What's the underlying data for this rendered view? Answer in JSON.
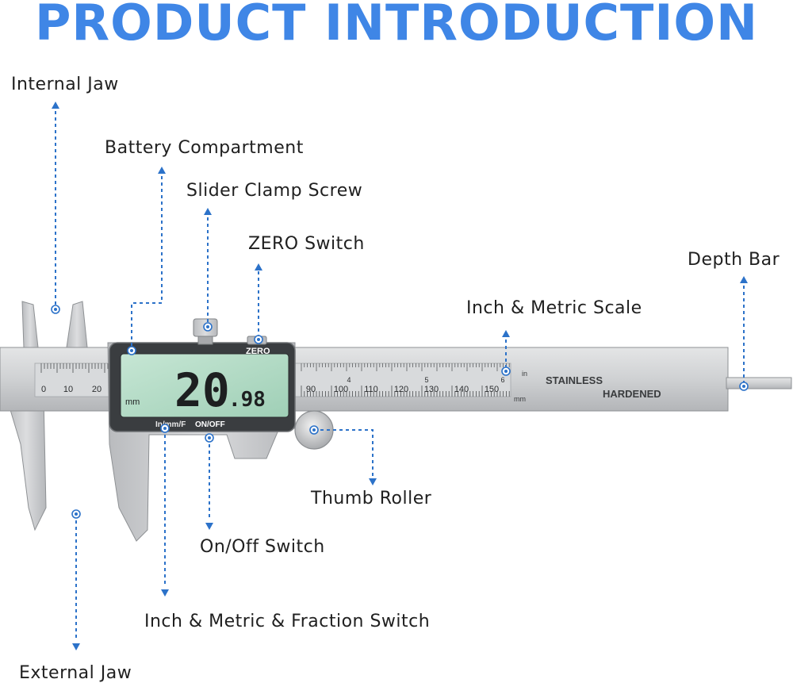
{
  "title": "PRODUCT INTRODUCTION",
  "labels": {
    "internal_jaw": "Internal Jaw",
    "battery_compartment": "Battery Compartment",
    "slider_clamp_screw": "Slider Clamp Screw",
    "zero_switch": "ZERO Switch",
    "depth_bar": "Depth Bar",
    "inch_metric_scale": "Inch & Metric Scale",
    "thumb_roller": "Thumb Roller",
    "on_off_switch": "On/Off Switch",
    "fraction_switch": "Inch & Metric & Fraction Switch",
    "external_jaw": "External Jaw"
  },
  "device": {
    "reading_main": "20",
    "reading_decimal": ".98",
    "lcd_unit": "mm",
    "zero_button": "ZERO",
    "unit_button": "In/mm/F",
    "power_button": "ON/OFF",
    "engraving_1": "STAINLESS",
    "engraving_2": "HARDENED",
    "scale_unit_in": "in",
    "scale_unit_mm": "mm",
    "left_scale_numbers": [
      "0",
      "10",
      "20"
    ],
    "right_scale_numbers": [
      "90",
      "100",
      "110",
      "120",
      "130",
      "140",
      "150"
    ],
    "inch_numbers": [
      "4",
      "5",
      "6"
    ]
  },
  "colors": {
    "accent": "#2c72c9",
    "title": "#3f86e6",
    "steel": "#c9cbcd",
    "lcd": "#b5dcc8"
  }
}
